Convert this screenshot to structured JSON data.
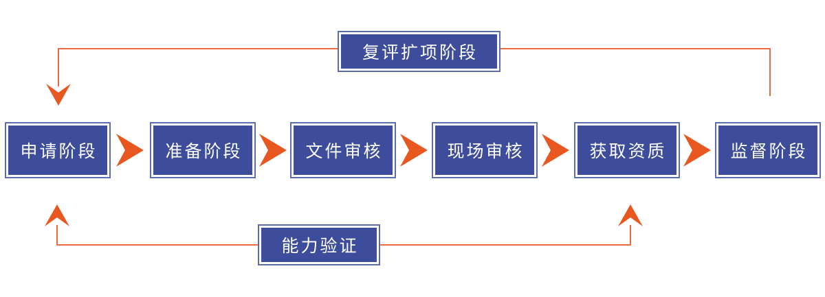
{
  "flow": {
    "stages": [
      {
        "label": "申请阶段"
      },
      {
        "label": "准备阶段"
      },
      {
        "label": "文件审核"
      },
      {
        "label": "现场审核"
      },
      {
        "label": "获取资质"
      },
      {
        "label": "监督阶段"
      }
    ],
    "feedback_top": {
      "label": "复评扩项阶段"
    },
    "feedback_bottom": {
      "label": "能力验证"
    }
  },
  "colors": {
    "box_fill": "#3d4d9b",
    "box_border": "#5d6cae",
    "arrow_orange": "#e8571f",
    "line_orange": "#ed6b3e",
    "text": "#ffffff",
    "background": "#ffffff"
  }
}
